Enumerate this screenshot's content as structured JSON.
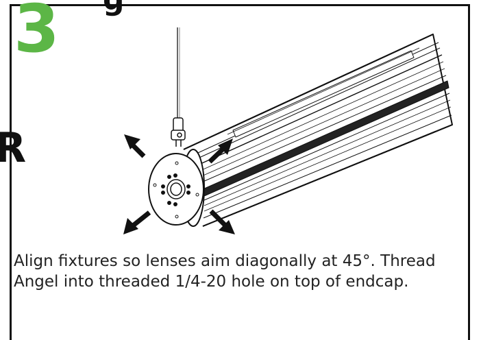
{
  "step": {
    "number": "3"
  },
  "heading_fragment": "g",
  "side_fragment": "R",
  "instructions": {
    "line1": "Align fixtures so lenses aim diagonally at 45°. Thread",
    "line2": "Angel into threaded 1/4-20 hole on top of endcap."
  },
  "colors": {
    "step_number": "#5cb646",
    "line_art": "#111111",
    "border": "#111111"
  },
  "icons": [
    "arrow-up-left-icon",
    "arrow-up-right-icon",
    "arrow-down-left-icon",
    "arrow-down-right-icon",
    "hanger-clip-icon"
  ]
}
